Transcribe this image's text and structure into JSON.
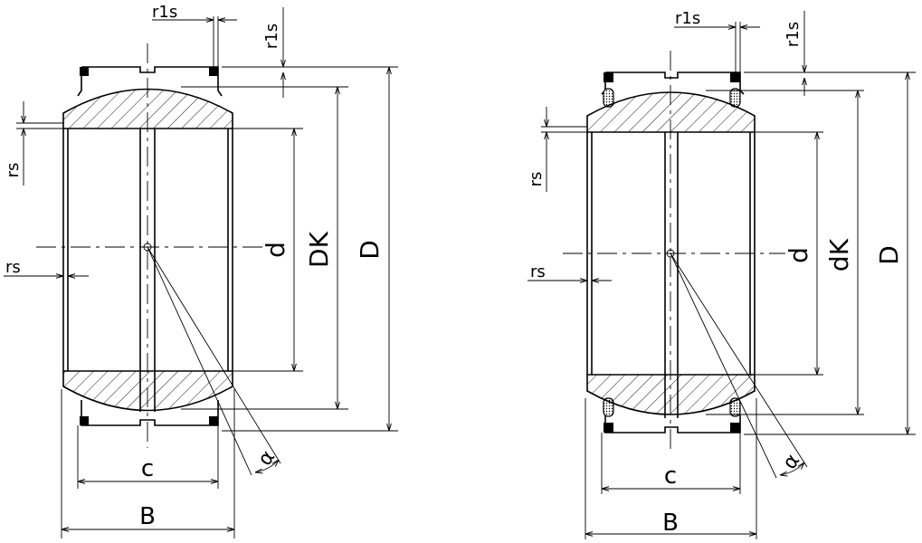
{
  "left_drawing": {
    "label_d": "d",
    "label_dk": "DK",
    "label_D": "D",
    "label_B": "B",
    "label_C": "c",
    "label_r1s": "r1s",
    "label_r1s_vertical": "r1s",
    "label_rs": "rs",
    "label_rs_vertical": "rs",
    "label_alpha": "α"
  },
  "right_drawing": {
    "label_d": "d",
    "label_dk": "dK",
    "label_D": "D",
    "label_B": "B",
    "label_C": "c",
    "label_r1s": "r1s",
    "label_r1s_vertical": "r1s",
    "label_rs": "rs",
    "label_rs_vertical": "rs",
    "label_alpha": "α"
  }
}
